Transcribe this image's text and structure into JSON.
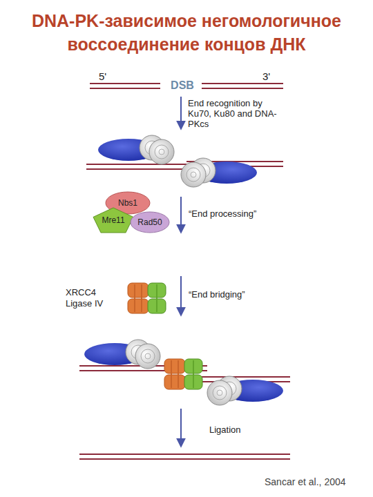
{
  "diagram": {
    "title": "DNA-PK-зависимое негомологичное воссоединение концов ДНК",
    "nodes": [
      {
        "text": [
          "Nbs1"
        ]
      },
      {
        "text": [
          "Mre11"
        ]
      },
      {
        "text": [
          "Rad50"
        ]
      }
    ],
    "labels": [
      "5'",
      "DSB",
      "3'",
      "End recognition by Ku70, Ku80 and DNA-PKcs",
      "“End processing”",
      "XRCC4",
      "Ligase IV",
      "“End bridging”",
      "Ligation",
      "Sancar et al., 2004"
    ]
  }
}
